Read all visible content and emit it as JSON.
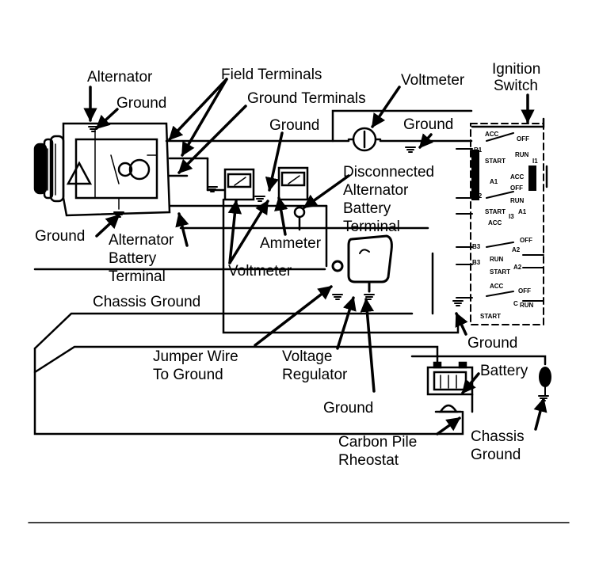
{
  "labels": {
    "alternator": "Alternator",
    "ground_alt_top": "Ground",
    "field_terminals": "Field Terminals",
    "ground_terminals": "Ground Terminals",
    "voltmeter_top": "Voltmeter",
    "ignition_switch_1": "Ignition",
    "ignition_switch_2": "Switch",
    "ground_mid": "Ground",
    "ground_right": "Ground",
    "disconnected_1": "Disconnected",
    "disconnected_2": "Alternator",
    "disconnected_3": "Battery",
    "disconnected_4": "Terminal",
    "ground_alt_bottom": "Ground",
    "alt_battery_1": "Alternator",
    "alt_battery_2": "Battery",
    "alt_battery_3": "Terminal",
    "ammeter": "Ammeter",
    "voltmeter_bottom": "Voltmeter",
    "chassis_ground_left": "Chassis Ground",
    "ground_lower_right": "Ground",
    "battery": "Battery",
    "jumper_1": "Jumper Wire",
    "jumper_2": "To Ground",
    "voltage_reg_1": "Voltage",
    "voltage_reg_2": "Regulator",
    "ground_bottom": "Ground",
    "chassis_ground_r1": "Chassis",
    "chassis_ground_r2": "Ground",
    "carbon_pile_1": "Carbon Pile",
    "carbon_pile_2": "Rheostat"
  },
  "switch_labels": {
    "acc": "ACC",
    "off": "OFF",
    "run": "RUN",
    "start": "START",
    "b1": "B1",
    "b2": "B2",
    "b3": "B3",
    "i1": "I1",
    "a1": "A1",
    "a2": "A2",
    "i3": "I3",
    "c": "C"
  },
  "icons": [
    "pulley-icon",
    "gauge-icon",
    "ground-symbol-icon",
    "battery-icon",
    "clamp-icon",
    "regulator-icon",
    "rheostat-icon"
  ]
}
